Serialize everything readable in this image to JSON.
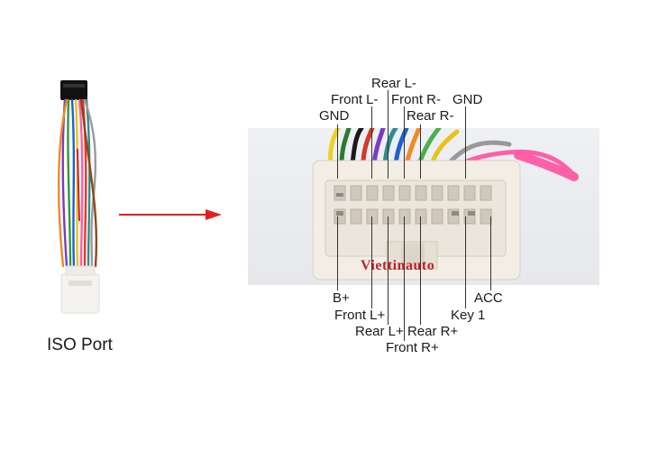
{
  "iso_port": {
    "caption": "ISO Port"
  },
  "connector": {
    "brand": "Viettinauto",
    "top_labels": {
      "rear_l_minus": "Rear L-",
      "front_l_minus": "Front L-",
      "front_r_minus": "Front R-",
      "gnd_right": "GND",
      "gnd_left": "GND",
      "rear_r_minus": "Rear R-"
    },
    "bottom_labels": {
      "b_plus": "B+",
      "acc": "ACC",
      "front_l_plus": "Front L+",
      "key1": "Key 1",
      "rear_l_plus": "Rear L+",
      "rear_r_plus": "Rear R+",
      "front_r_plus": "Front R+"
    }
  },
  "colors": {
    "arrow": "#e02020",
    "connector_body": "#f2eee6",
    "pink_wire": "#ff5fa8"
  }
}
